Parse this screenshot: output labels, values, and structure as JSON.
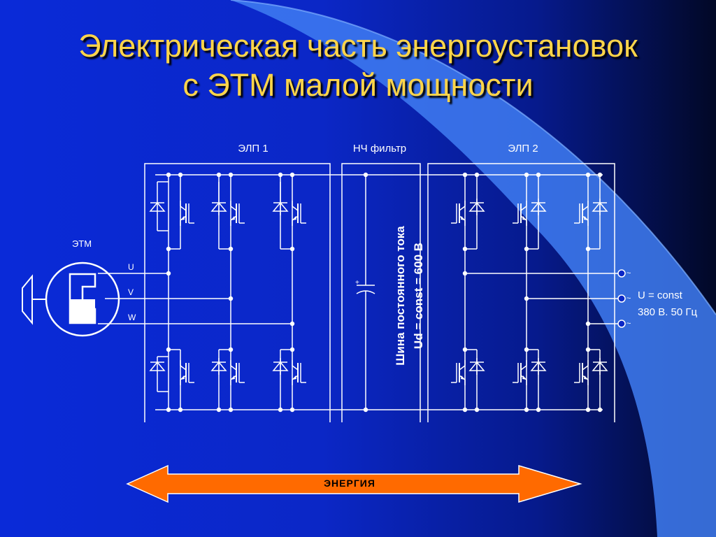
{
  "title": {
    "line1": "Электрическая часть энергоустановок",
    "line2": "с ЭТМ малой мощности"
  },
  "diagram": {
    "block_left": "ЭЛП 1",
    "block_middle": "НЧ фильтр",
    "block_right": "ЭЛП 2",
    "motor_label": "ЭТМ",
    "phase_u": "U",
    "phase_v": "V",
    "phase_w": "W",
    "dc_bus_line1": "Шина постоянного тока",
    "dc_bus_line2": "Ud = const = 600 В",
    "capacitor_plus": "+",
    "grid_line1": "U = const",
    "grid_line2": "380 В. 50 Гц",
    "ac_symbol": "~"
  },
  "energy_label": "ЭНЕРГИЯ",
  "colors": {
    "title": "#ffd54a",
    "arrow_fill": "#ff6a00",
    "lines": "#ffffff",
    "highlight": "#3f7cf2"
  }
}
